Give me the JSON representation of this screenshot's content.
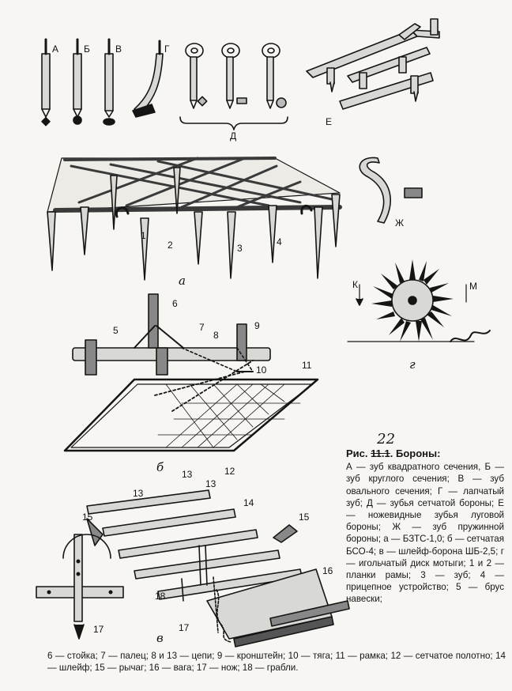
{
  "figure": {
    "label": "Рис.",
    "number_struck": "11.1",
    "number_handwritten": "22",
    "title": "Бороны:"
  },
  "caption_right": "А — зуб квадратного сечения, Б — зуб круглого сечения; В — зуб овального сечения; Г — лапчатый зуб; Д — зубья сетчатой бороны; Е — ножевидные зубья луговой бороны; Ж — зуб пружинной бороны; а — БЗТС-1,0; б — сетчатая БСО-4; в — шлейф-борона ШБ-2,5; г — игольчатый диск мотыги; 1 и 2 — планки рамы; 3 — зуб; 4 — прицепное устройство; 5 — брус навески;",
  "caption_bottom": "6 — стойка; 7 — палец; 8 и 13 — цепи; 9 — кронштейн; 10 — тяга; 11 — рамка; 12 — сетчатое полотно; 14 — шлейф; 15 — рычаг; 16 — вага; 17 — нож; 18 — грабли.",
  "labels": {
    "A": "А",
    "B": "Б",
    "V": "В",
    "G": "Г",
    "D": "Д",
    "E": "Е",
    "Zh": "Ж",
    "K": "К",
    "M": "М",
    "a": "а",
    "b": "б",
    "v": "в",
    "g": "г",
    "n1": "1",
    "n2": "2",
    "n3": "3",
    "n4": "4",
    "n5": "5",
    "n6": "6",
    "n7": "7",
    "n8": "8",
    "n9": "9",
    "n10": "10",
    "n11": "11",
    "n12": "12",
    "n13a": "13",
    "n13b": "13",
    "n13c": "13",
    "n14": "14",
    "n15a": "15",
    "n15b": "15",
    "n16": "16",
    "n17a": "17",
    "n17b": "17",
    "n18": "18"
  }
}
